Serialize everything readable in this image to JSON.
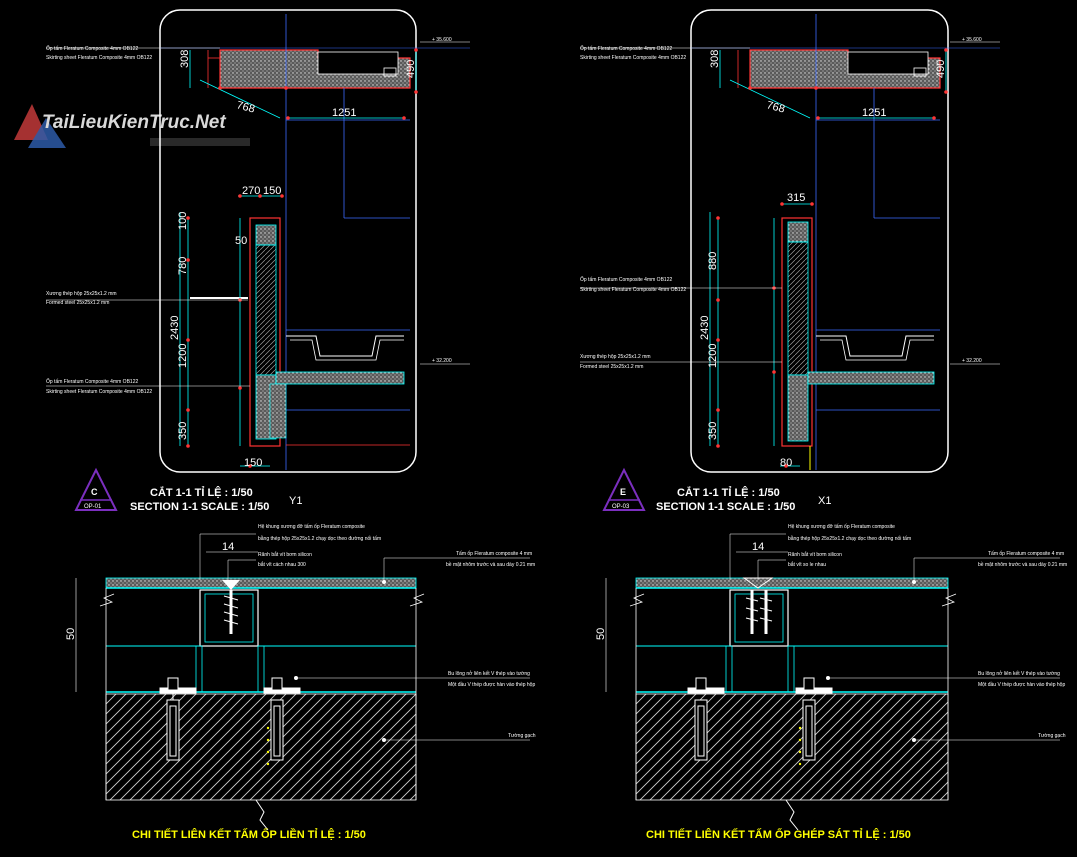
{
  "watermark": {
    "text": "TaiLieuKienTruc.Net"
  },
  "section_left": {
    "ann_top_1": "Ốp tấm Fleratum Composite 4mm  OB122",
    "ann_top_2": "Skirting sheet Fleratum Composite 4mm  OB122",
    "ann_mid_1": "Xương thép hộp 25x25x1.2 mm",
    "ann_mid_2": "Formed steel 25x25x1.2 mm",
    "ann_low_1": "Ốp tấm Fleratum Composite 4mm  OB122",
    "ann_low_2": "Skirting sheet Fleratum Composite 4mm  OB122",
    "dims": {
      "d308": "308",
      "d490": "490",
      "d768": "768",
      "d1251": "1251",
      "d270": "270",
      "d150": "150",
      "d50": "50",
      "d100": "100",
      "d780": "780",
      "d2430": "2430",
      "d1200": "1200",
      "d350": "350",
      "d150b": "150"
    },
    "level_top": "+ 35.600",
    "level_low": "+ 32.200",
    "tag_letter": "C",
    "tag_code": "OP-01",
    "title_vn": "CẮT 1-1 TỈ LỆ :  1/50",
    "title_en": "SECTION 1-1 SCALE :  1/50",
    "axis": "Y1"
  },
  "section_right": {
    "ann_top_1": "Ốp tấm Fleratum Composite 4mm  OB122",
    "ann_top_2": "Skirting sheet Fleratum Composite 4mm  OB122",
    "ann_mid_1": "Ốp tấm Fleratum Composite 4mm  OB122",
    "ann_mid_2": "Skirting sheet Fleratum Composite 4mm  OB122",
    "ann_low_1": "Xương thép hộp 25x25x1.2 mm",
    "ann_low_2": "Formed steel 25x25x1.2 mm",
    "dims": {
      "d308": "308",
      "d490": "490",
      "d768": "768",
      "d1251": "1251",
      "d315": "315",
      "d880": "880",
      "d2430": "2430",
      "d1200": "1200",
      "d350": "350",
      "d80": "80"
    },
    "level_top": "+ 35.600",
    "level_low": "+ 32.200",
    "tag_letter": "E",
    "tag_code": "OP-03",
    "title_vn": "CẮT 1-1 TỈ LỆ :  1/50",
    "title_en": "SECTION 1-1 SCALE :  1/50",
    "axis": "X1"
  },
  "detail_left": {
    "ann_1": "Hệ khung xương đỡ tấm ốp Fleratum composite",
    "ann_2": "bằng thép hộp 25x25x1.2 chạy dọc theo đường nối tấm",
    "ann_3": "Rãnh bắt vít bơm silicon",
    "ann_4": "bắt vít cách nhau 300",
    "ann_r1": "Tấm ốp Fleratum composite 4 mm",
    "ann_r2": "bề mặt nhôm trước và sau dày 0.21 mm",
    "ann_r3": "Bu lông nở  liên kết V thép vào tường",
    "ann_r4": "Một đầu V thép được hàn vào thép hộp",
    "ann_r5": "Tường gạch",
    "dim14": "14",
    "dim50": "50",
    "title": "CHI TIẾT LIÊN KẾT TẤM ỐP LIỀN TỈ LỆ :  1/50"
  },
  "detail_right": {
    "ann_1": "Hệ khung xương đỡ tấm ốp Fleratum composite",
    "ann_2": "bằng thép hộp 25x25x1.2 chạy dọc theo đường nối tấm",
    "ann_3": "Rãnh bắt vít bơm silicon",
    "ann_4": "bắt vít so le nhau",
    "ann_r1": "Tấm ốp Fleratum composite 4 mm",
    "ann_r2": "bề mặt nhôm trước và sau dày 0.21 mm",
    "ann_r3": "Bu lông nở  liên kết V thép vào tường",
    "ann_r4": "Một đầu V thép được hàn vào thép hộp",
    "ann_r5": "Tường gạch",
    "dim14": "14",
    "dim50": "50",
    "title": "CHI TIẾT LIÊN KẾT TẤM ỐP GHÉP SÁT TỈ LỆ :  1/50"
  },
  "colors": {
    "background": "#000000",
    "frame": "#ffffff",
    "cyan": "#00ffff",
    "red": "#ff3333",
    "blue": "#3b6bff",
    "yellow": "#ffff00",
    "purple": "#7b2fbf"
  }
}
